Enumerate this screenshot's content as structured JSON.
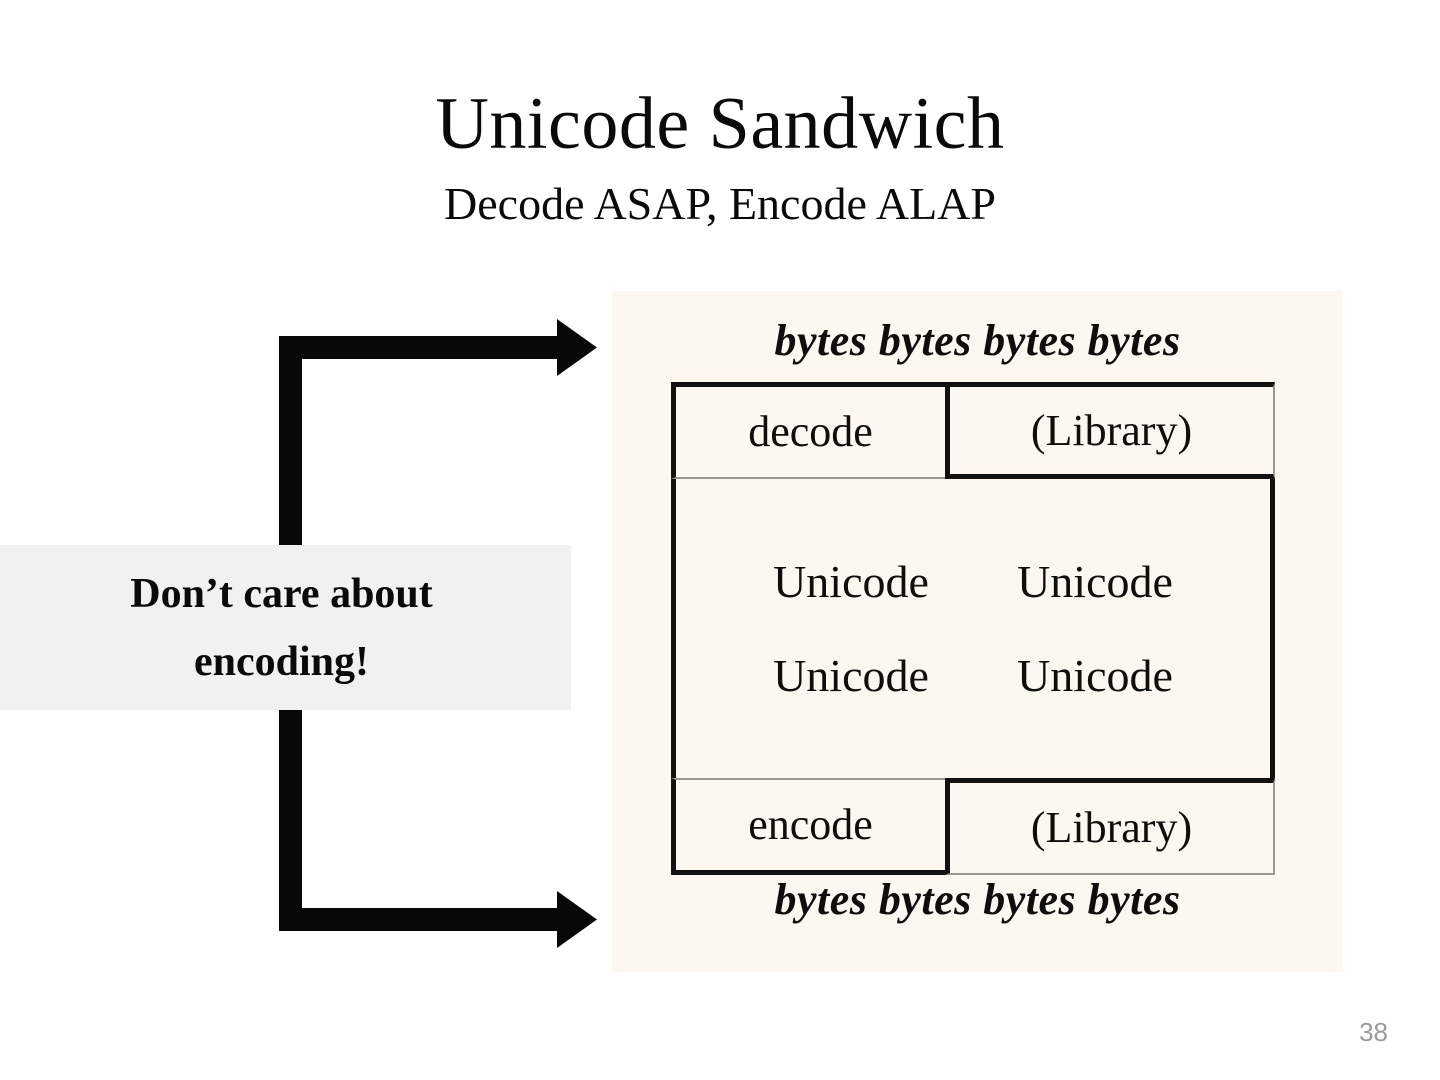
{
  "slide": {
    "title": "Unicode Sandwich",
    "subtitle": "Decode ASAP, Encode ALAP",
    "page_number": "38"
  },
  "callout": {
    "line1": "Don’t care about",
    "line2": "encoding!",
    "background_color": "#f1f1f1"
  },
  "diagram": {
    "panel_background_color": "#fdf8ef",
    "bytes_top": "bytes bytes bytes bytes",
    "bytes_bottom": "bytes bytes bytes bytes",
    "rows": [
      {
        "left": "decode",
        "right": "(Library)"
      },
      {
        "left": "encode",
        "right": "(Library)"
      }
    ],
    "unicode_block": [
      [
        "Unicode",
        "Unicode"
      ],
      [
        "Unicode",
        "Unicode"
      ]
    ],
    "arrows": [
      {
        "name": "decode-arrow",
        "direction": "right",
        "target": "bytes-top"
      },
      {
        "name": "encode-arrow",
        "direction": "right",
        "target": "bytes-bottom"
      }
    ]
  },
  "colors": {
    "ink": "#0e0e0e",
    "rule_thick": "#111111",
    "rule_thin": "#9a9a93",
    "page_number": "#9b9b9b"
  }
}
